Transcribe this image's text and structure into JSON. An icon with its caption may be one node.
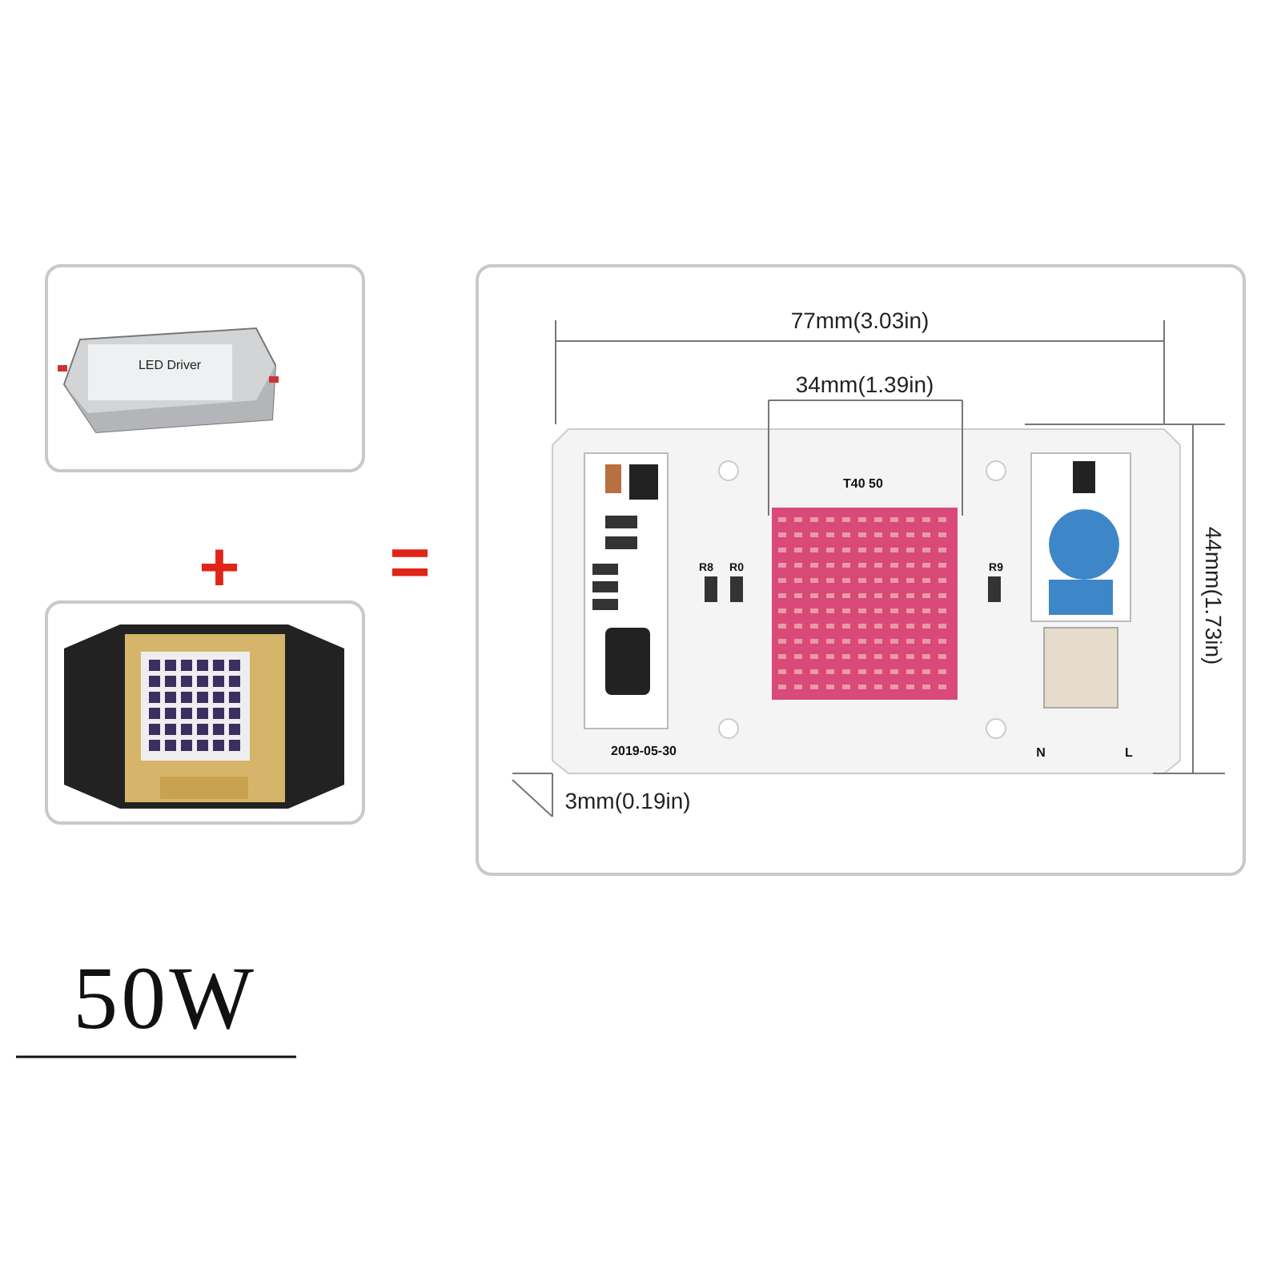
{
  "diagram": {
    "labels": [
      "LED Driver",
      "+",
      "=",
      "77mm(3.03in)",
      "34mm(1.39in)",
      "T40 50",
      "R8",
      "R0",
      "R9",
      "44mm(1.73in)",
      "2019-05-30",
      "N",
      "L",
      "3mm(0.19in)",
      "50W"
    ]
  }
}
